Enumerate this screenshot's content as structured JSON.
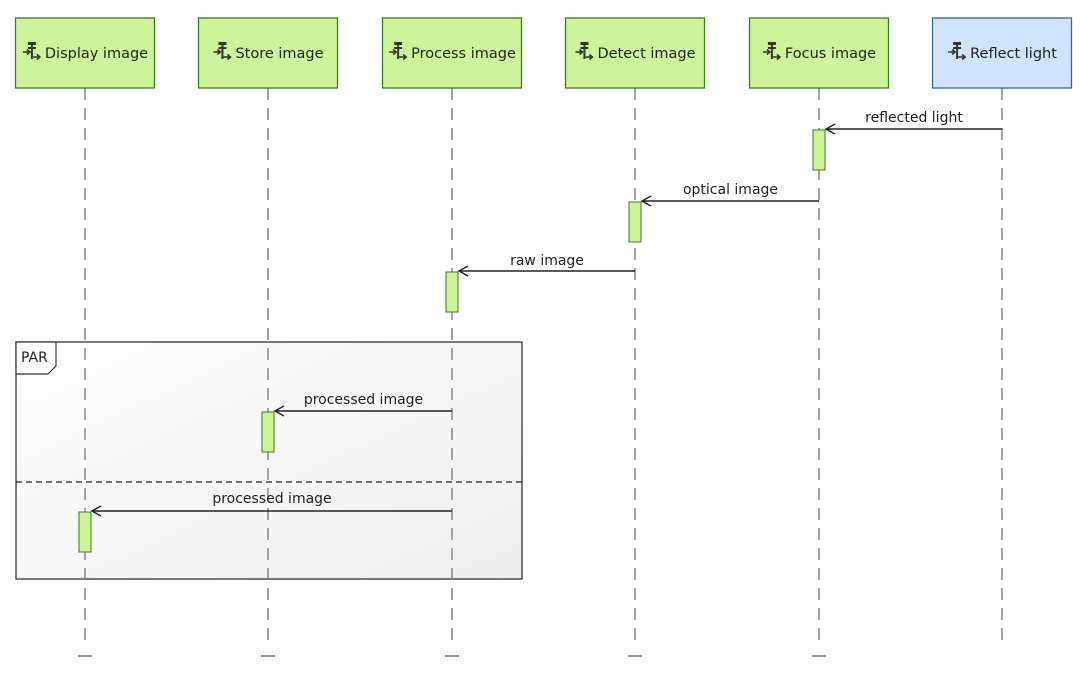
{
  "diagram": {
    "type": "sequence",
    "participants": [
      {
        "id": "display",
        "label": "Display image",
        "kind": "function"
      },
      {
        "id": "store",
        "label": "Store image",
        "kind": "function"
      },
      {
        "id": "process",
        "label": "Process image",
        "kind": "function"
      },
      {
        "id": "detect",
        "label": "Detect image",
        "kind": "function"
      },
      {
        "id": "focus",
        "label": "Focus image",
        "kind": "function"
      },
      {
        "id": "reflect",
        "label": "Reflect light",
        "kind": "external"
      }
    ],
    "messages": [
      {
        "from": "reflect",
        "to": "focus",
        "label": "reflected light"
      },
      {
        "from": "focus",
        "to": "detect",
        "label": "optical image"
      },
      {
        "from": "detect",
        "to": "process",
        "label": "raw image"
      },
      {
        "from": "process",
        "to": "store",
        "label": "processed image"
      },
      {
        "from": "process",
        "to": "display",
        "label": "processed image"
      }
    ],
    "fragment": {
      "label": "PAR"
    }
  },
  "colors": {
    "function_fill": "#ccf59a",
    "function_border": "#3c7a1e",
    "external_fill": "#cfe4fb",
    "external_border": "#3a64a0",
    "activation_fill": "#ccf59a",
    "lifeline": "#808080",
    "arrow": "#222222",
    "fragment_fill_start": "#ffffff",
    "fragment_fill_end": "#eeeeee",
    "fragment_border": "#333333"
  }
}
